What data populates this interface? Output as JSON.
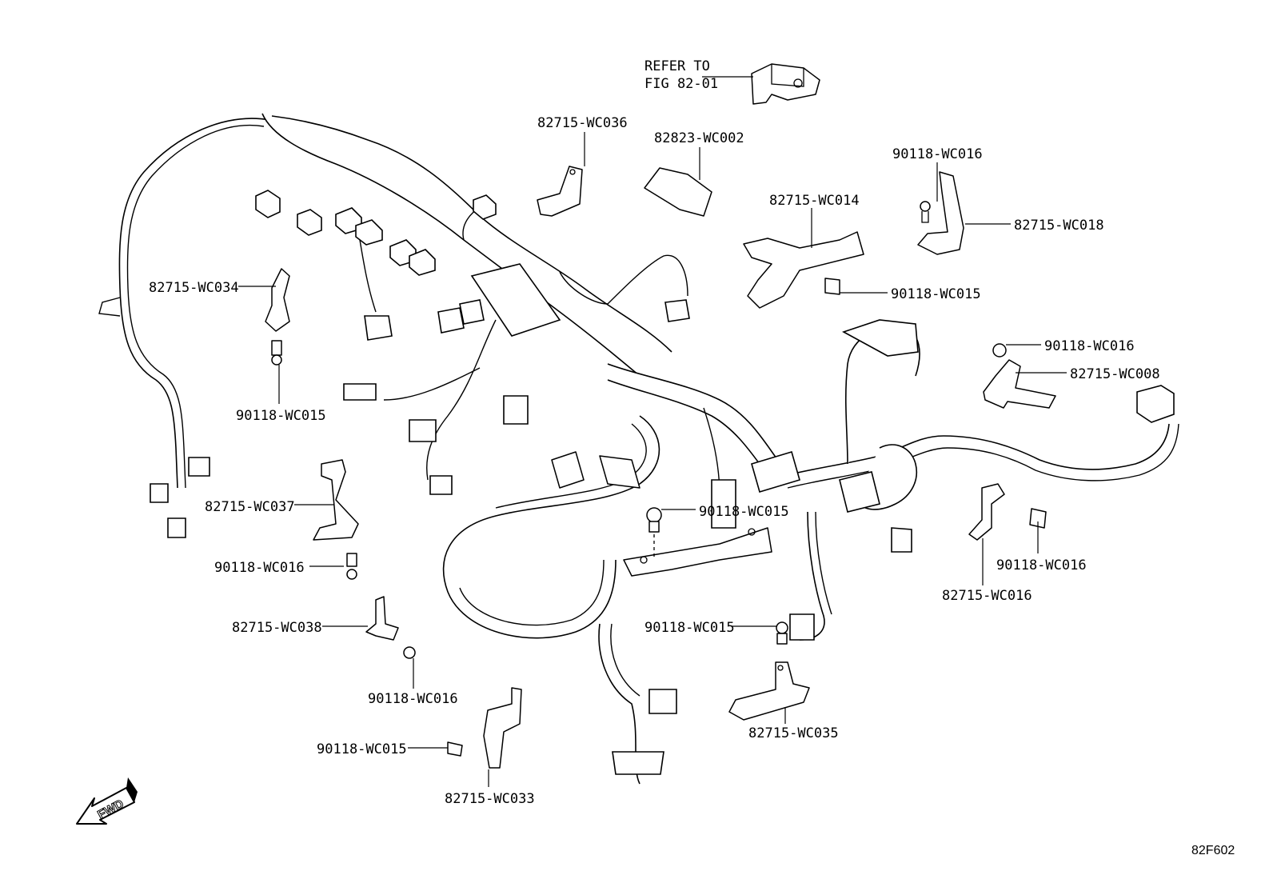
{
  "figure_code": "82F602",
  "fwd_label": "FWD",
  "callouts": [
    {
      "id": "refer",
      "lines": [
        "REFER TO",
        "FIG 82-01"
      ]
    },
    {
      "id": "c_wc036",
      "text": "82715-WC036"
    },
    {
      "id": "c_wc002",
      "text": "82823-WC002"
    },
    {
      "id": "c_wc016_a",
      "text": "90118-WC016"
    },
    {
      "id": "c_wc018",
      "text": "82715-WC018"
    },
    {
      "id": "c_wc014",
      "text": "82715-WC014"
    },
    {
      "id": "c_wc015_a",
      "text": "90118-WC015"
    },
    {
      "id": "c_wc034",
      "text": "82715-WC034"
    },
    {
      "id": "c_wc015_b",
      "text": "90118-WC015"
    },
    {
      "id": "c_wc016_b",
      "text": "90118-WC016"
    },
    {
      "id": "c_wc008",
      "text": "82715-WC008"
    },
    {
      "id": "c_wc037",
      "text": "82715-WC037"
    },
    {
      "id": "c_wc015_c",
      "text": "90118-WC015"
    },
    {
      "id": "c_wc016_c",
      "text": "90118-WC016"
    },
    {
      "id": "c_wc016_d",
      "text": "90118-WC016"
    },
    {
      "id": "c_wc016p",
      "text": "82715-WC016"
    },
    {
      "id": "c_wc038",
      "text": "82715-WC038"
    },
    {
      "id": "c_wc015_d",
      "text": "90118-WC015"
    },
    {
      "id": "c_wc016_e",
      "text": "90118-WC016"
    },
    {
      "id": "c_wc035",
      "text": "82715-WC035"
    },
    {
      "id": "c_wc015_e",
      "text": "90118-WC015"
    },
    {
      "id": "c_wc033",
      "text": "82715-WC033"
    }
  ]
}
